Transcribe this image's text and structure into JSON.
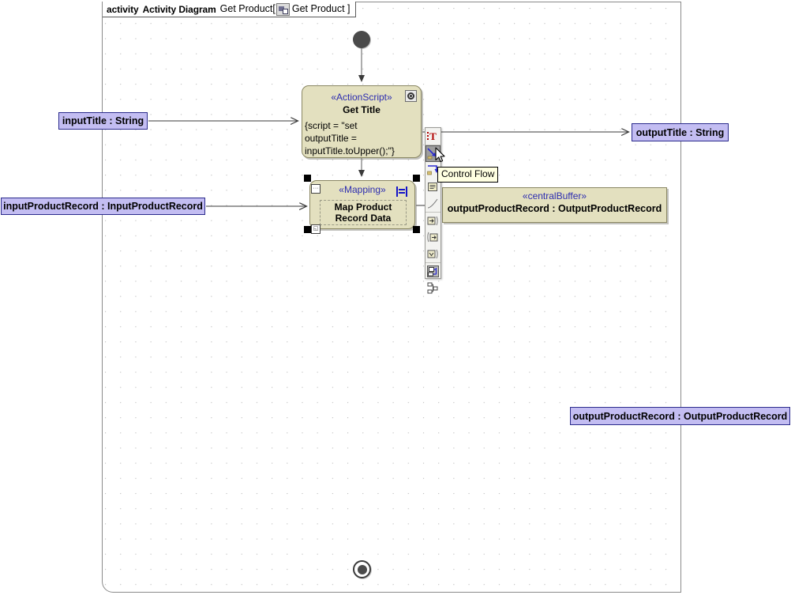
{
  "frame": {
    "keyword": "activity",
    "type_label": "Activity Diagram",
    "name": "Get Product[",
    "icon": "activity-diagram-icon",
    "qualified_name": "Get Product ]"
  },
  "nodes": {
    "initial": {
      "name": "initial-node"
    },
    "final": {
      "name": "activity-final-node"
    },
    "get_title": {
      "stereotype": "«ActionScript»",
      "name": "Get Title",
      "script": "{script = \"set\noutputTitle =\ninputTitle.toUpper();\"}",
      "badge": "actionscript-badge-icon"
    },
    "mapping": {
      "stereotype": "«Mapping»",
      "name": "Map Product\nRecord Data",
      "badge": "mapping-badge-icon",
      "selected": true
    },
    "buffer": {
      "stereotype": "«centralBuffer»",
      "name": "outputProductRecord : OutputProductRecord"
    }
  },
  "parameters": {
    "input_title": "inputTitle : String",
    "input_product_record": "inputProductRecord : InputProductRecord",
    "output_title": "outputTitle : String",
    "output_product_record": "outputProductRecord : OutputProductRecord"
  },
  "palette": {
    "items": [
      {
        "name": "text-tool",
        "icon": "text-T-icon",
        "selected": false
      },
      {
        "name": "control-flow-tool",
        "icon": "control-flow-icon",
        "selected": true
      },
      {
        "name": "object-flow-tool",
        "icon": "object-flow-icon",
        "selected": false
      },
      {
        "name": "note-tool",
        "icon": "note-icon",
        "selected": false
      },
      {
        "name": "note-anchor-tool",
        "icon": "note-anchor-icon",
        "selected": false
      },
      {
        "name": "input-pin-tool",
        "icon": "input-pin-icon",
        "selected": false
      },
      {
        "name": "output-pin-tool",
        "icon": "output-pin-icon",
        "selected": false
      },
      {
        "name": "value-pin-tool",
        "icon": "value-pin-icon",
        "selected": false
      },
      {
        "name": "expansion-region-tool",
        "icon": "expansion-region-icon",
        "selected": false
      },
      {
        "name": "structured-node-tool",
        "icon": "structured-node-icon",
        "selected": false
      }
    ]
  },
  "tooltip": {
    "text": "Control Flow"
  },
  "colors": {
    "node_fill": "#e3e0bf",
    "node_border": "#8a8763",
    "param_fill": "#c3bdf2",
    "param_border": "#2b2b8c",
    "stereotype_text": "#2c2cb0",
    "tooltip_fill": "#ffffe1",
    "canvas": "#ffffff"
  }
}
